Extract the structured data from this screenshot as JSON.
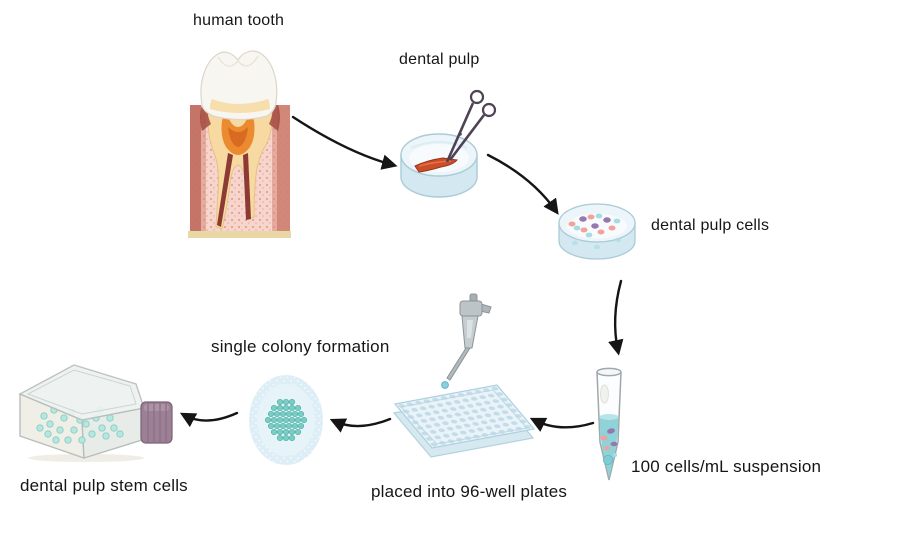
{
  "diagram": {
    "background": "#ffffff",
    "text_color": "#161616",
    "steps": [
      {
        "id": "human-tooth",
        "label": "human tooth"
      },
      {
        "id": "dental-pulp",
        "label": "dental pulp"
      },
      {
        "id": "dental-pulp-cells",
        "label": "dental pulp cells"
      },
      {
        "id": "cell-suspension",
        "label": "100 cells/mL suspension"
      },
      {
        "id": "well-plates",
        "label": "placed into 96-well plates"
      },
      {
        "id": "single-colony",
        "label": "single colony formation"
      },
      {
        "id": "stem-cells",
        "label": "dental pulp stem cells"
      }
    ],
    "flow": "human tooth → dental pulp → dental pulp cells → 100 cells/mL suspension → placed into 96-well plates → single colony formation → dental pulp stem cells",
    "colors": {
      "arrow": "#151515",
      "petri_dish_blue": "#dcedf4",
      "pulp_orange": "#c94e27",
      "cell_purple": "#9678ad",
      "cell_salmon": "#f2a29a",
      "cell_cyan": "#a5dbe1",
      "suspension_teal": "#8fd2d8",
      "colony_teal": "#79cdc4",
      "flask_cap_mauve": "#9c8096",
      "tooth_dentin": "#f7d9a2",
      "tooth_pulp_orange": "#ec8a30",
      "tooth_canal_maroon": "#8e3a34",
      "bone_pink": "#f6d5cc"
    }
  }
}
